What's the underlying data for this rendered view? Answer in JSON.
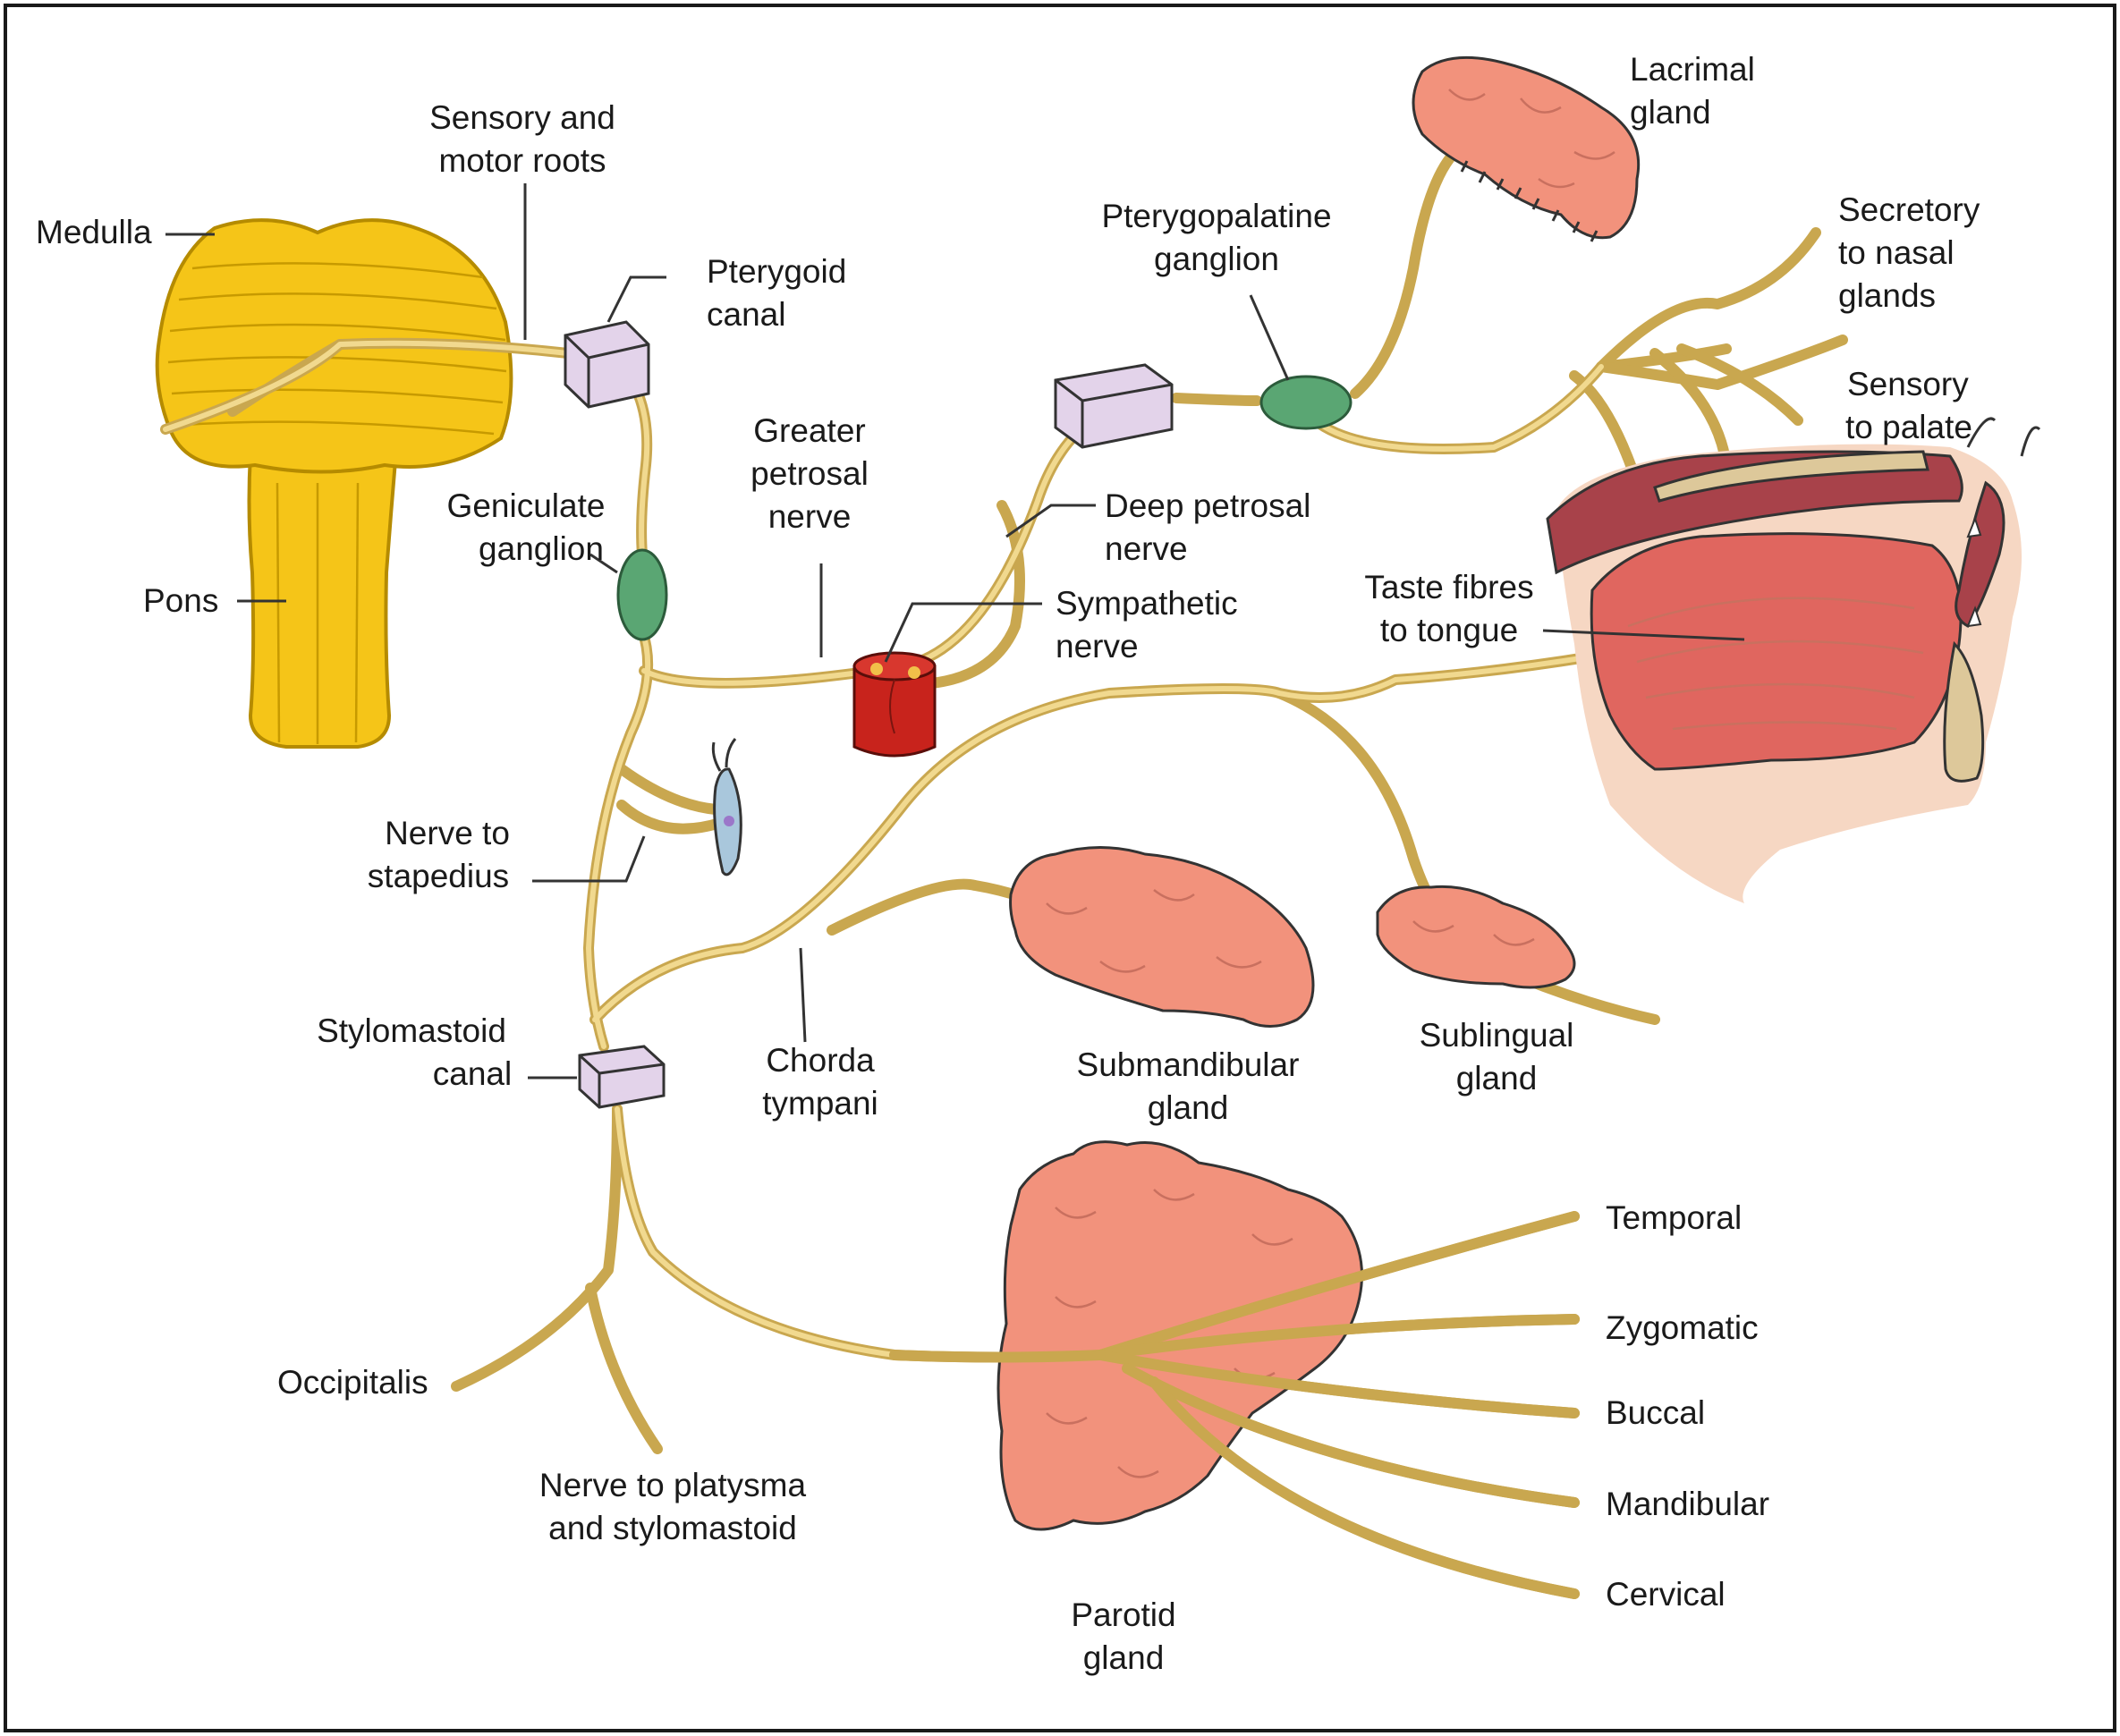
{
  "labels": {
    "medulla": "Medulla",
    "pons": "Pons",
    "sensory_motor_1": "Sensory and",
    "sensory_motor_2": "motor roots",
    "pterygoid_1": "Pterygoid",
    "pterygoid_2": "canal",
    "geniculate_1": "Geniculate",
    "geniculate_2": "ganglion",
    "greater_petrosal_1": "Greater",
    "greater_petrosal_2": "petrosal",
    "greater_petrosal_3": "nerve",
    "pterygopalatine_1": "Pterygopalatine",
    "pterygopalatine_2": "ganglion",
    "lacrimal_1": "Lacrimal",
    "lacrimal_2": "gland",
    "secretory_1": "Secretory",
    "secretory_2": "to nasal",
    "secretory_3": "glands",
    "sensory_palate_1": "Sensory",
    "sensory_palate_2": "to palate",
    "deep_petrosal_1": "Deep petrosal",
    "deep_petrosal_2": "nerve",
    "sympathetic_1": "Sympathetic",
    "sympathetic_2": "nerve",
    "taste_1": "Taste fibres",
    "taste_2": "to tongue",
    "stapedius_1": "Nerve to",
    "stapedius_2": "stapedius",
    "stylomastoid_1": "Stylomastoid",
    "stylomastoid_2": "canal",
    "chorda_1": "Chorda",
    "chorda_2": "tympani",
    "submandibular_1": "Submandibular",
    "submandibular_2": "gland",
    "sublingual_1": "Sublingual",
    "sublingual_2": "gland",
    "temporal": "Temporal",
    "zygomatic": "Zygomatic",
    "buccal": "Buccal",
    "mandibular": "Mandibular",
    "cervical": "Cervical",
    "occipitalis": "Occipitalis",
    "platysma_1": "Nerve to platysma",
    "platysma_2": "and stylomastoid",
    "parotid_1": "Parotid",
    "parotid_2": "gland"
  },
  "colors": {
    "nerve": "#c9a74f",
    "brainstem": "#f5c518",
    "ganglion": "#5aa673",
    "canal": "#e3d3ea",
    "gland": "#f2927c",
    "tongue": "#e0665f",
    "sympathetic": "#c8231c"
  }
}
